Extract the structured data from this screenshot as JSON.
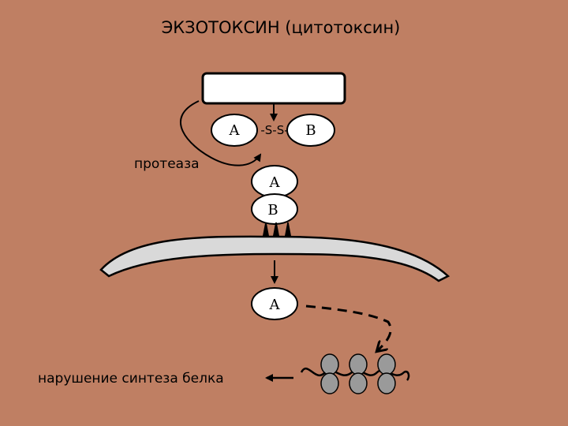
{
  "title": "ЭКЗОТОКСИН (цитотоксин)",
  "labels": {
    "protease": "протеаза",
    "protein_synthesis_disruption": "нарушение синтеза белка"
  },
  "toxin": {
    "subunit_a": "A",
    "disulfide_bond": "-S-S-",
    "subunit_b": "B"
  },
  "bound_complex": {
    "subunit_a": "A",
    "subunit_b": "B"
  },
  "internalized": {
    "subunit_a": "A"
  },
  "colors": {
    "background": "#bf7f63",
    "membrane": "#d9d9d9",
    "ribosome": "#9a9a9a",
    "outline": "#000000",
    "node_fill": "#ffffff"
  }
}
